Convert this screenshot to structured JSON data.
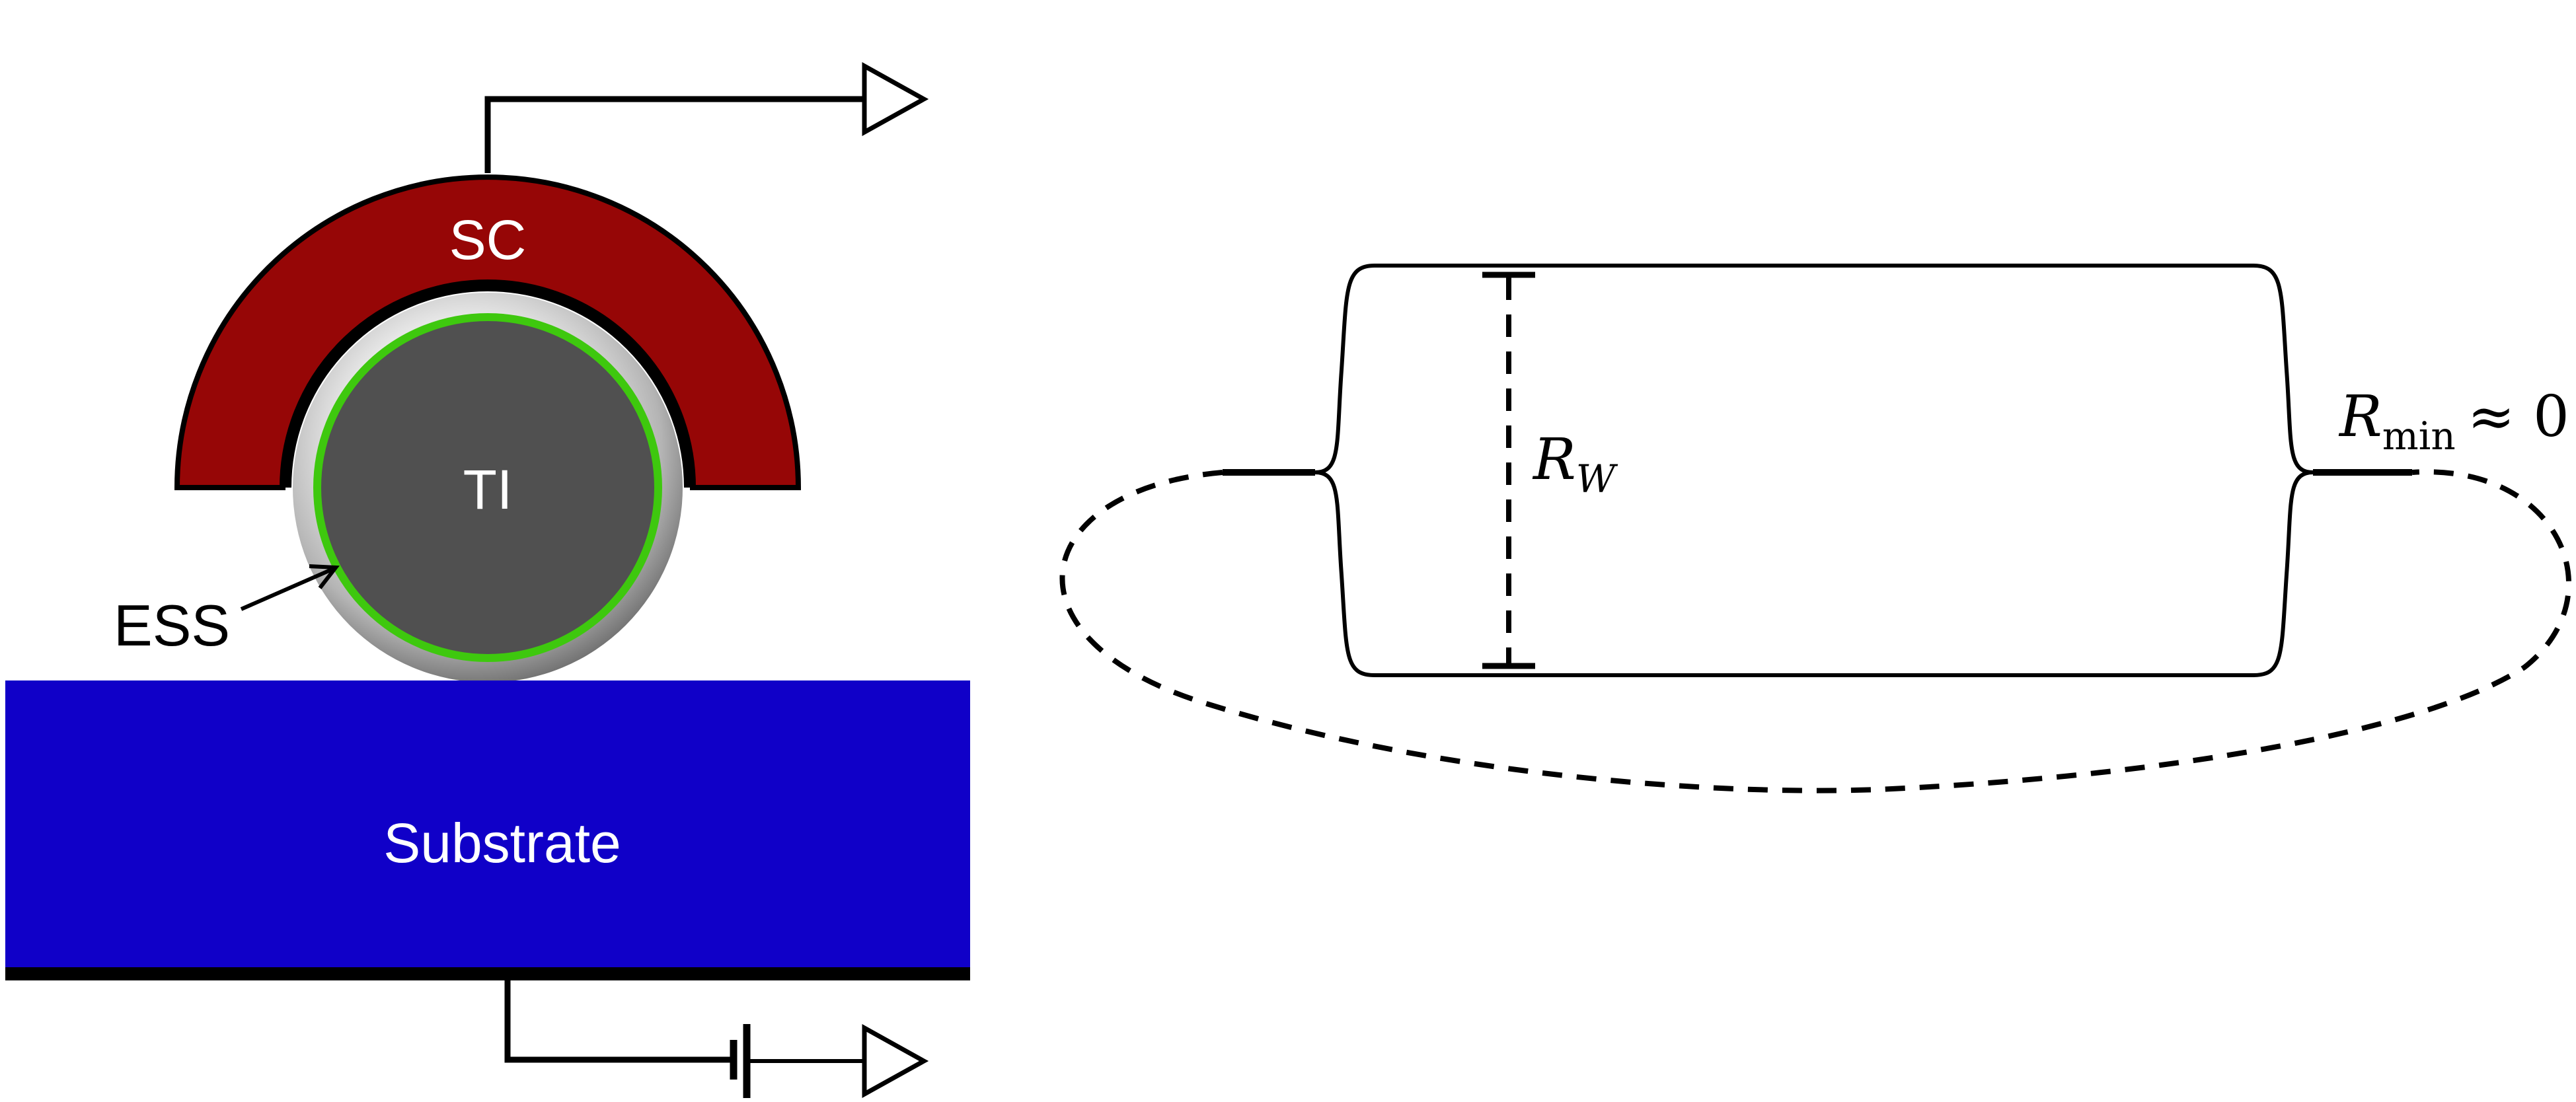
{
  "labels": {
    "sc": "SC",
    "ti": "TI",
    "ess": "ESS",
    "substrate": "Substrate",
    "rw_main": "R",
    "rw_sub": "W",
    "rmin_main": "R",
    "rmin_sub": "min",
    "rmin_tail": "≈ 0"
  },
  "colors": {
    "sc": "#960606",
    "ti": "#505050",
    "ess_ring": "#3ec80e",
    "substrate": "#1000c8",
    "stroke": "#000000",
    "label_light": "#ffffff"
  }
}
